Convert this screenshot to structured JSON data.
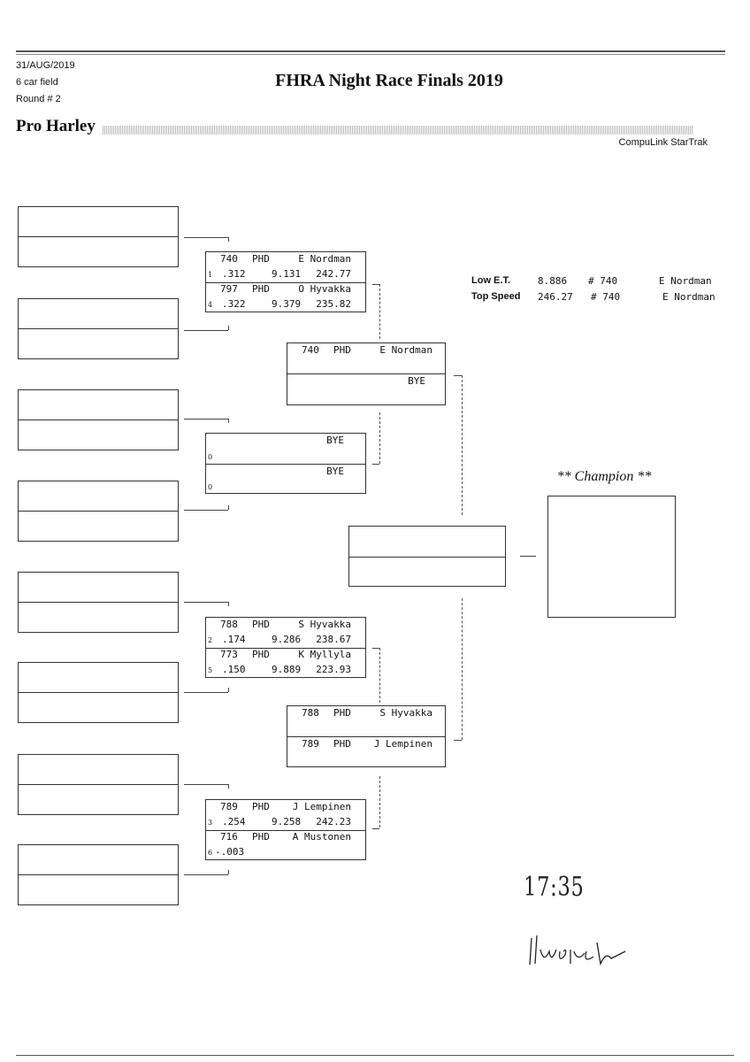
{
  "header": {
    "date": "31/AUG/2019",
    "field": "6 car field",
    "round": "Round # 2",
    "title": "FHRA Night Race Finals 2019",
    "class_name": "Pro Harley",
    "software": "CompuLink StarTrak"
  },
  "stats": {
    "low_et": {
      "label": "Low  E.T.",
      "value": "8.886",
      "car": "# 740",
      "driver": "E Nordman"
    },
    "top_speed": {
      "label": "Top Speed",
      "value": "246.27",
      "car": "# 740",
      "driver": "E Nordman"
    }
  },
  "round1": [
    {
      "top": {
        "car": "740",
        "cls": "PHD",
        "driver": "E Nordman",
        "seed": "1",
        "rt": ".312",
        "et": "9.131",
        "mph": "242.77"
      },
      "bottom": {
        "car": "797",
        "cls": "PHD",
        "driver": "O Hyvakka",
        "seed": "4",
        "rt": ".322",
        "et": "9.379",
        "mph": "235.82"
      }
    },
    {
      "top": {
        "car": "",
        "cls": "",
        "driver": "BYE",
        "seed": "0",
        "rt": "",
        "et": "",
        "mph": ""
      },
      "bottom": {
        "car": "",
        "cls": "",
        "driver": "BYE",
        "seed": "0",
        "rt": "",
        "et": "",
        "mph": ""
      }
    },
    {
      "top": {
        "car": "788",
        "cls": "PHD",
        "driver": "S Hyvakka",
        "seed": "2",
        "rt": ".174",
        "et": "9.286",
        "mph": "238.67"
      },
      "bottom": {
        "car": "773",
        "cls": "PHD",
        "driver": "K Myllyla",
        "seed": "5",
        "rt": ".150",
        "et": "9.889",
        "mph": "223.93"
      }
    },
    {
      "top": {
        "car": "789",
        "cls": "PHD",
        "driver": "J Lempinen",
        "seed": "3",
        "rt": ".254",
        "et": "9.258",
        "mph": "242.23"
      },
      "bottom": {
        "car": "716",
        "cls": "PHD",
        "driver": "A Mustonen",
        "seed": "6",
        "rt": "-.003",
        "et": "",
        "mph": ""
      }
    }
  ],
  "round2": [
    {
      "top": {
        "car": "740",
        "cls": "PHD",
        "driver": "E Nordman"
      },
      "bottom": {
        "car": "",
        "cls": "",
        "driver": "BYE"
      }
    },
    {
      "top": {
        "car": "788",
        "cls": "PHD",
        "driver": "S Hyvakka"
      },
      "bottom": {
        "car": "789",
        "cls": "PHD",
        "driver": "J Lempinen"
      }
    }
  ],
  "champion_label": "** Champion **",
  "handwritten": {
    "time": "17:35"
  }
}
